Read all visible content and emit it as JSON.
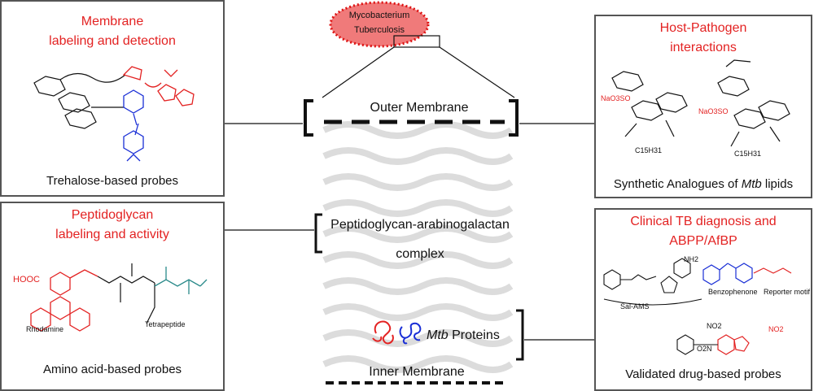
{
  "organism": {
    "line1": "Mycobacterium",
    "line2": "Tuberculosis"
  },
  "layers": {
    "outer": "Outer Membrane",
    "pg_line1": "Peptidoglycan-arabinogalactan",
    "pg_line2": "complex",
    "proteins_italic": "Mtb",
    "proteins_rest": " Proteins",
    "inner": "Inner Membrane"
  },
  "panels": {
    "membrane": {
      "title1": "Membrane",
      "title2": "labeling and detection",
      "caption": "Trehalose-based probes"
    },
    "peptidoglycan": {
      "title1": "Peptidoglycan",
      "title2": "labeling and activity",
      "caption": "Amino acid-based probes",
      "rhodamine": "Rhodamine",
      "tetrapeptide": "Tetrapeptide",
      "cooh": "HOOC"
    },
    "host": {
      "title1": "Host-Pathogen",
      "title2": "interactions",
      "caption_pre": "Synthetic Analogues of ",
      "caption_italic": "Mtb",
      "caption_post": " lipids",
      "naso3": "NaO3SO",
      "c15": "C15H31"
    },
    "clinical": {
      "title1": "Clinical TB diagnosis and",
      "title2": "ABPP/AfBP",
      "caption": "Validated drug-based probes",
      "sal_ams": "Sal-AMS",
      "benzophenone": "Benzophenone",
      "reporter": "Reporter motif",
      "nh2": "NH2",
      "no2": "NO2",
      "o2n": "O2N"
    }
  },
  "colors": {
    "accent_red": "#e32222",
    "blue": "#1a2fd6",
    "teal": "#2a8a8a",
    "ellipse_fill": "#f07a7a"
  }
}
